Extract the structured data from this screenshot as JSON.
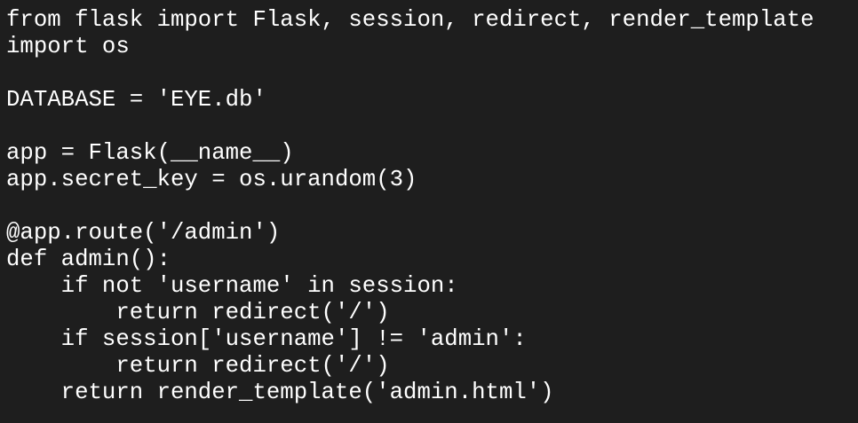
{
  "code": {
    "lines": [
      "from flask import Flask, session, redirect, render_template",
      "import os",
      "",
      "DATABASE = 'EYE.db'",
      "",
      "app = Flask(__name__)",
      "app.secret_key = os.urandom(3)",
      "",
      "@app.route('/admin')",
      "def admin():",
      "    if not 'username' in session:",
      "        return redirect('/')",
      "    if session['username'] != 'admin':",
      "        return redirect('/')",
      "    return render_template('admin.html')"
    ]
  },
  "colors": {
    "background": "#1e1e1e",
    "text": "#ffffff"
  }
}
